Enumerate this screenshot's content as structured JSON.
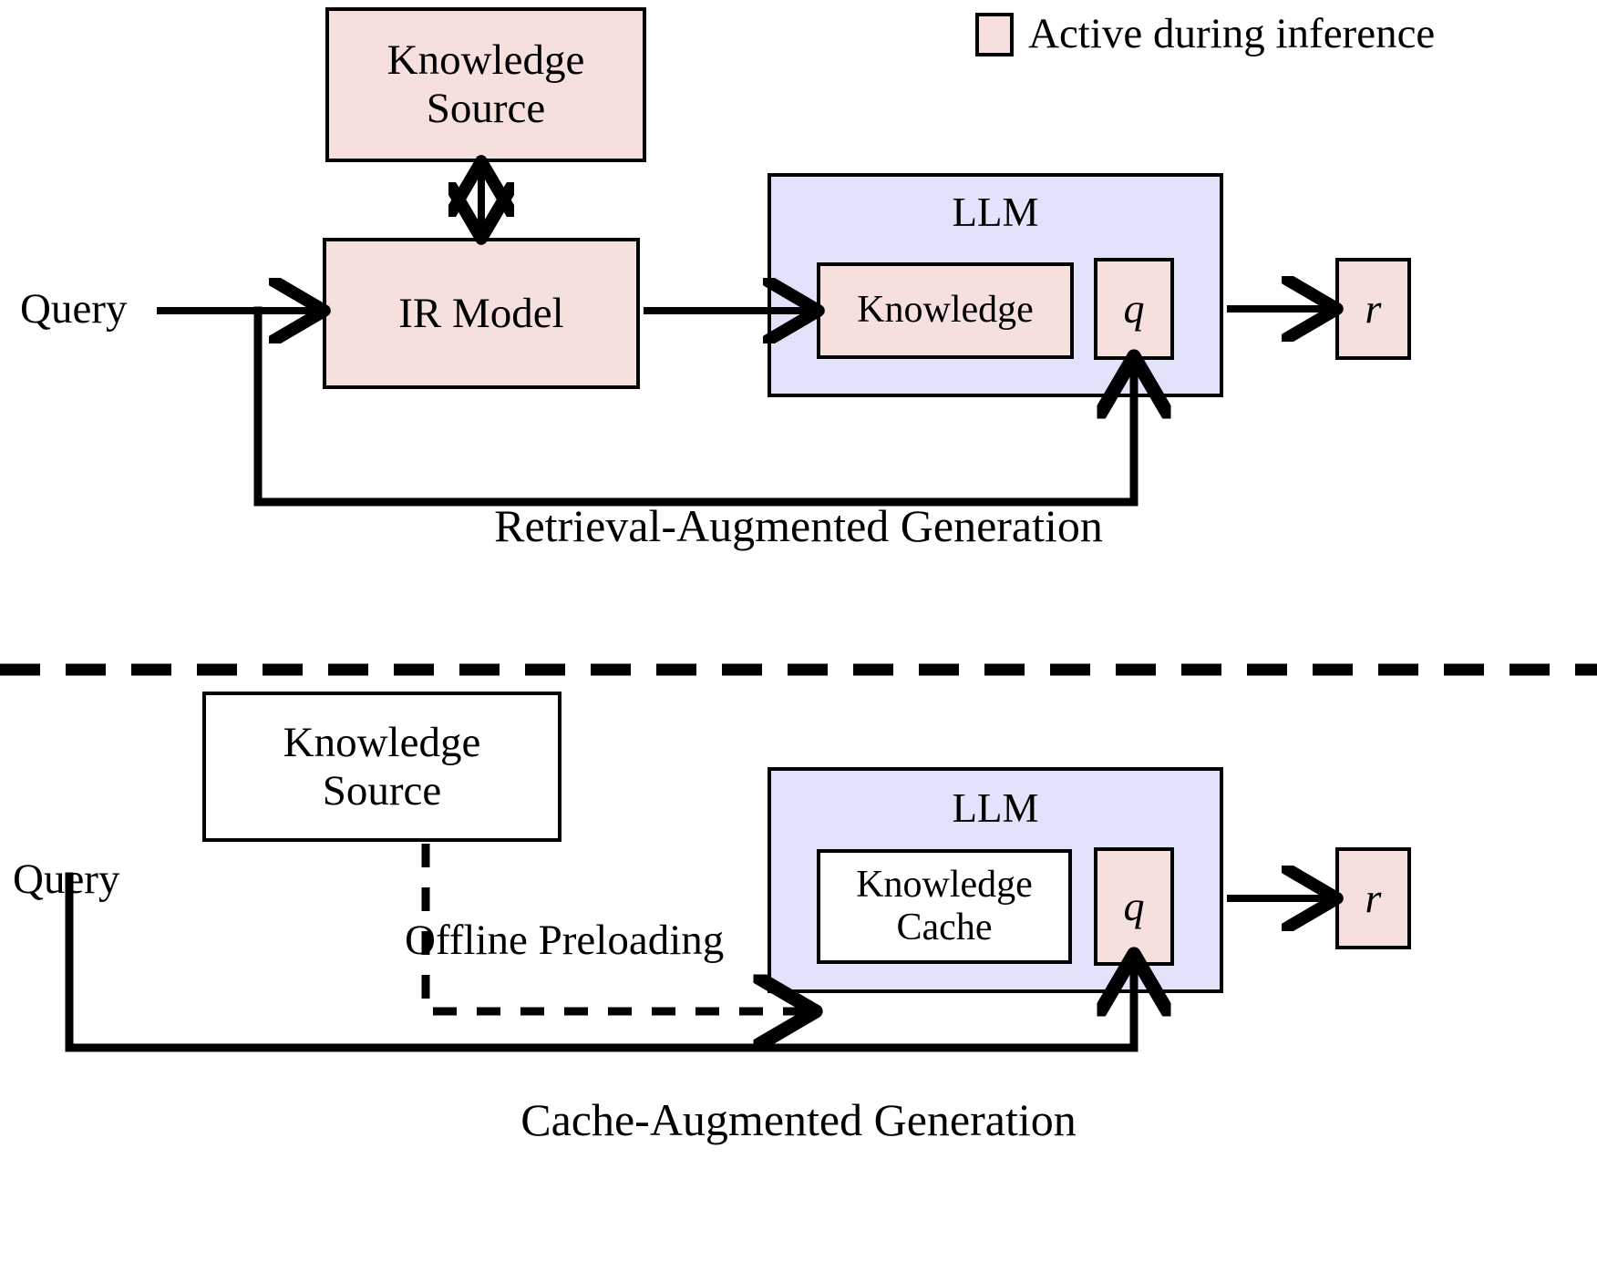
{
  "legend": {
    "swatch_color": "#f6e0de",
    "label": "Active during inference"
  },
  "colors": {
    "active_fill": "#f6e0de",
    "llm_fill": "#e2e2fa",
    "inactive_fill": "#ffffff",
    "stroke": "#000000"
  },
  "rag": {
    "caption": "Retrieval-Augmented Generation",
    "query_label": "Query",
    "knowledge_source": "Knowledge\nSource",
    "knowledge_source_line1": "Knowledge",
    "knowledge_source_line2": "Source",
    "ir_model": "IR Model",
    "llm_title": "LLM",
    "knowledge": "Knowledge",
    "q": "q",
    "r": "r"
  },
  "cag": {
    "caption": "Cache-Augmented Generation",
    "query_label": "Query",
    "knowledge_source_line1": "Knowledge",
    "knowledge_source_line2": "Source",
    "offline_label": "Offline Preloading",
    "llm_title": "LLM",
    "knowledge_cache_line1": "Knowledge",
    "knowledge_cache_line2": "Cache",
    "q": "q",
    "r": "r"
  }
}
